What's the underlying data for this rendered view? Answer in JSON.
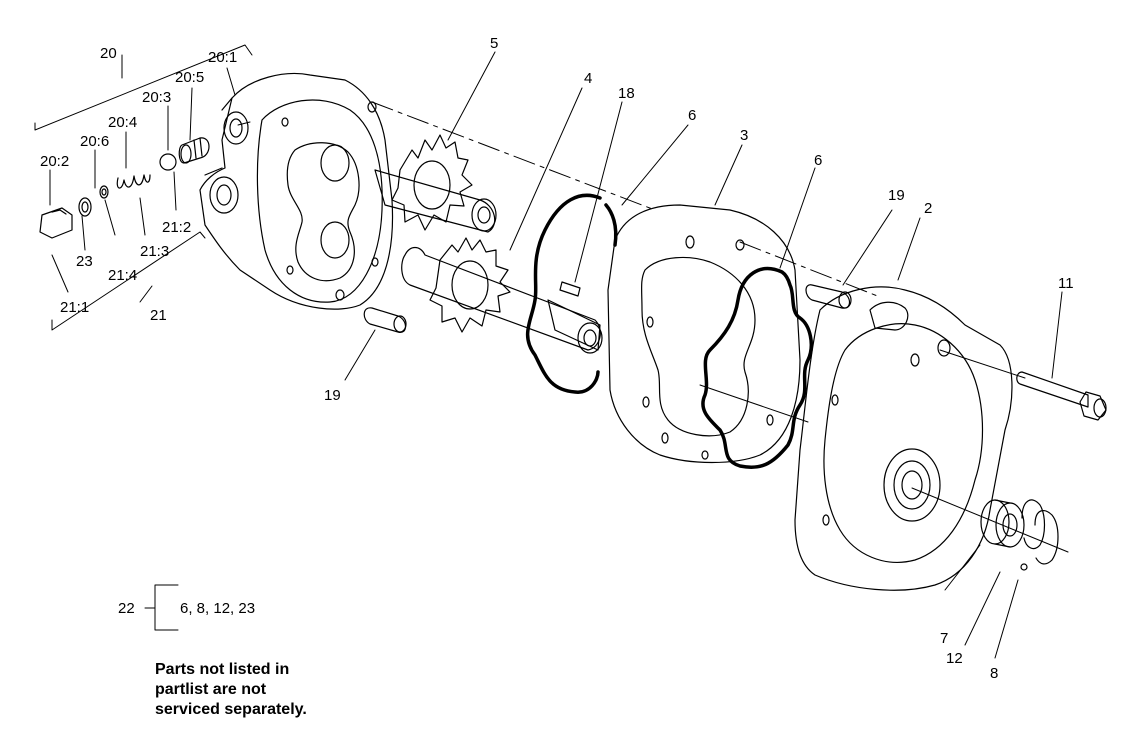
{
  "callouts": {
    "c20": "20",
    "c20_1": "20:1",
    "c20_5": "20:5",
    "c20_3": "20:3",
    "c20_4": "20:4",
    "c20_6": "20:6",
    "c20_2": "20:2",
    "c23": "23",
    "c21_1": "21:1",
    "c21_2": "21:2",
    "c21_3": "21:3",
    "c21_4": "21:4",
    "c21": "21",
    "c5": "5",
    "c4": "4",
    "c18": "18",
    "c6a": "6",
    "c3": "3",
    "c6b": "6",
    "c19a": "19",
    "c2": "2",
    "c11": "11",
    "c19b": "19",
    "c7": "7",
    "c12": "12",
    "c8": "8"
  },
  "kit": {
    "number": "22",
    "contents": "6, 8, 12, 23"
  },
  "note": {
    "line1": "Parts not listed in",
    "line2": "partlist are not",
    "line3": "serviced separately."
  }
}
